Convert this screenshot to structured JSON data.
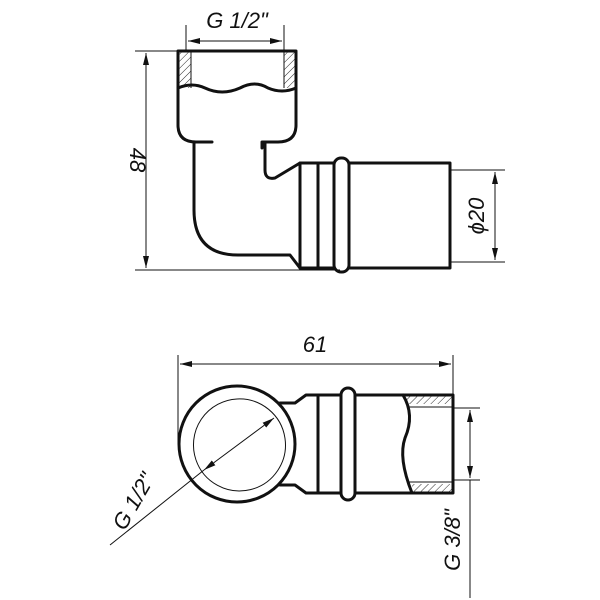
{
  "drawing": {
    "title": "Elbow fitting technical drawing",
    "top_view": {
      "thread_label": "G 1/2\"",
      "height_dim": "48",
      "diameter_dim": "ϕ20"
    },
    "bottom_view": {
      "length_dim": "61",
      "thread_label_left": "G 1/2\"",
      "thread_label_right": "G 3/8\""
    },
    "colors": {
      "line": "#111111",
      "background": "#ffffff"
    }
  }
}
